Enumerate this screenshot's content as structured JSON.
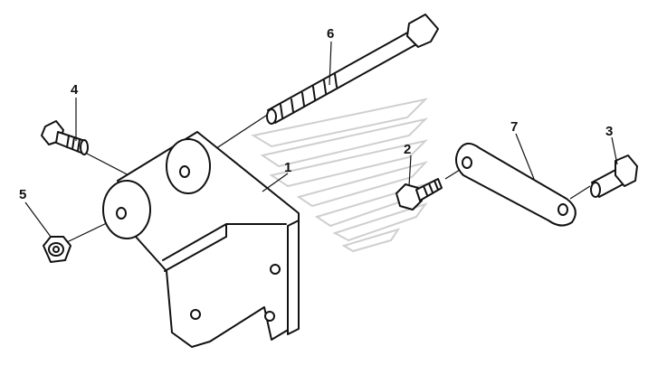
{
  "labels": {
    "l1": "1",
    "l2": "2",
    "l3": "3",
    "l4": "4",
    "l5": "5",
    "l6": "6",
    "l7": "7"
  },
  "colors": {
    "line": "#111111",
    "watermark": "#cfcfcf",
    "background": "#ffffff"
  }
}
